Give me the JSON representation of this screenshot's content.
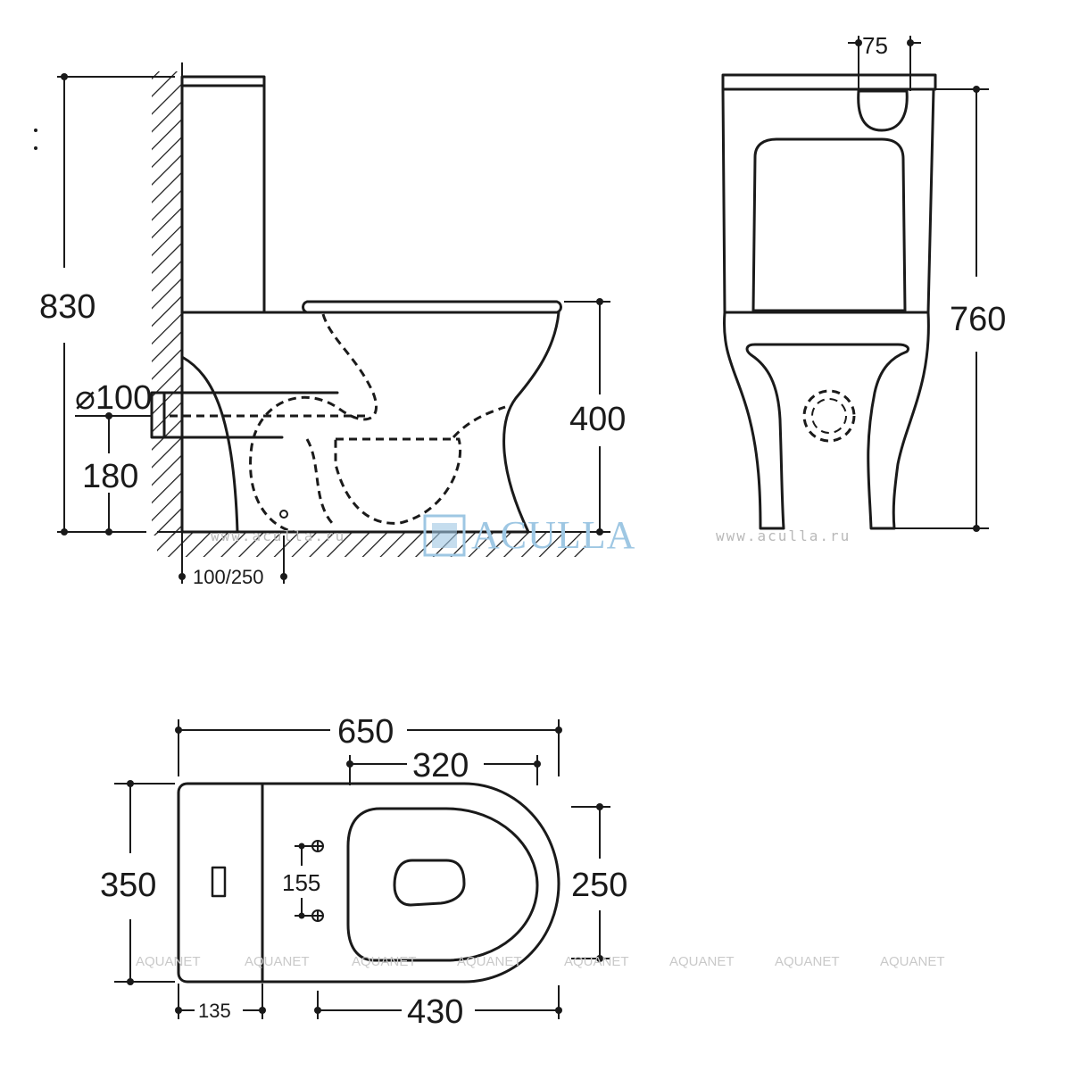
{
  "side_view": {
    "dim_height_total": "830",
    "dim_pipe_diameter": "⌀100",
    "dim_pipe_height": "180",
    "dim_seat_height": "400",
    "dim_outlet_offset": "100/250"
  },
  "front_view": {
    "dim_button_width": "75",
    "dim_height": "760"
  },
  "top_view": {
    "dim_total_length": "650",
    "dim_bowl_length": "320",
    "dim_width": "350",
    "dim_bowl_width": "250",
    "dim_bolt_spacing": "155",
    "dim_tank_depth": "135",
    "dim_bowl_to_front": "430"
  },
  "watermarks": {
    "url": "www.aculla.ru",
    "brand": "ACULLA",
    "aquanet": "AQUANET"
  },
  "colors": {
    "line": "#1a1a1a",
    "brand": "#9ec7e3",
    "watermark": "#b9b9b9"
  }
}
